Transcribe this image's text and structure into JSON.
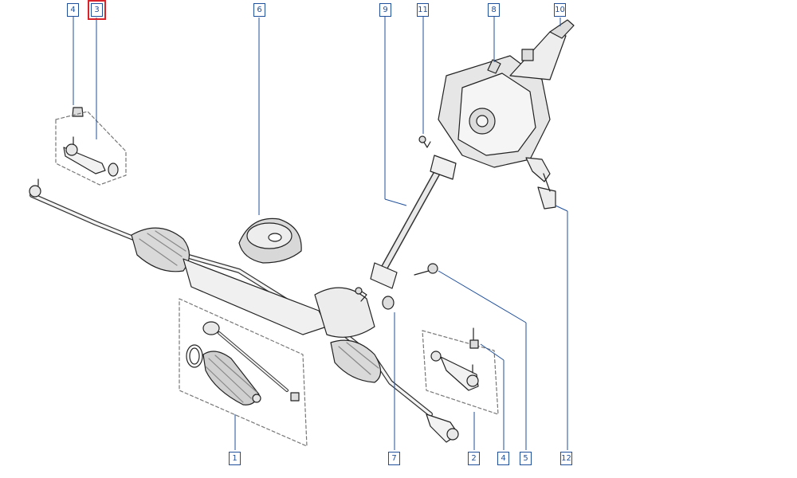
{
  "diagram": {
    "accent_color": "#1f4f9a",
    "highlight_color": "#d8232a",
    "highlighted_callout": "3",
    "callouts_top": [
      "4",
      "3",
      "6",
      "9",
      "11",
      "8",
      "10"
    ],
    "callouts_bottom": [
      "1",
      "7",
      "2",
      "4",
      "5",
      "12"
    ],
    "parts": [
      "tie-rod-end-left",
      "tie-rod-end-right",
      "steering-rack",
      "rack-boot-kit",
      "steering-column",
      "intermediate-shaft",
      "rubber-grommet",
      "mounting-bracket",
      "bolt",
      "nut",
      "washer",
      "bushing"
    ]
  }
}
